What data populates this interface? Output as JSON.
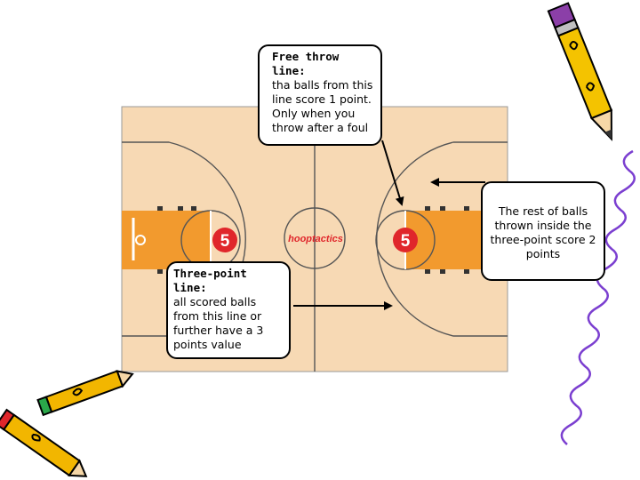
{
  "court": {
    "logo_text": "hooptactics",
    "left_badge": "5",
    "right_badge": "5",
    "colors": {
      "floor": "#f7d9b4",
      "paint": "#f29a2e",
      "badge": "#e0262b",
      "lines": "#555555"
    }
  },
  "callouts": {
    "free_throw": {
      "title": "Free throw line:",
      "text": "tha balls from this line score 1 point. Only when you throw after a foul"
    },
    "three_point": {
      "title": "Three-point line:",
      "text": "all scored balls from this line or further have a 3 points value"
    },
    "rest": {
      "text": "The rest of balls thrown  inside the three-point score 2 points"
    }
  },
  "decorations": [
    "pencil-clipart",
    "crayons-clipart",
    "squiggle-border"
  ]
}
